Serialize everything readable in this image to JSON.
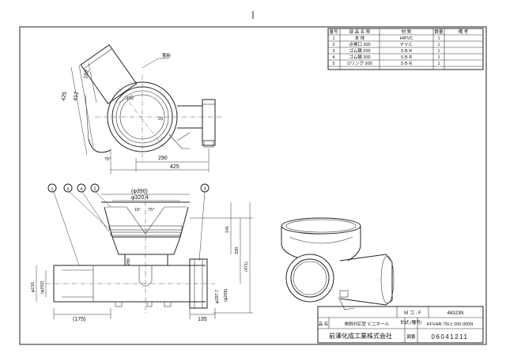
{
  "parts_table": {
    "headers": [
      "番号",
      "部 品 名 称",
      "材 質",
      "数量",
      "備 考"
    ],
    "rows": [
      [
        "1",
        "本 体",
        "HIPVC",
        "1",
        ""
      ],
      [
        "2",
        "点検口 300",
        "P V C",
        "1",
        ""
      ],
      [
        "3",
        "ゴム輪 200",
        "S B R",
        "1",
        ""
      ],
      [
        "4",
        "ゴム輪 300",
        "S B R",
        "1",
        ""
      ],
      [
        "5",
        "Oリング 300",
        "S B R",
        "1",
        ""
      ]
    ]
  },
  "title_block": {
    "code_label": "M コ - F",
    "code_value": "46323N",
    "name_label": "品 名",
    "name_value": "側斜対応型 ビニホール",
    "model_label": "形式 (種号)",
    "model_value": "KFVHR-75L± 200-300N",
    "company": "前澤化成工業株式会社",
    "drawing_no_label": "図番",
    "drawing_no_value": "06041211"
  },
  "top_view": {
    "label_lid": "蓋板",
    "dims": [
      "425",
      "412",
      "162",
      "150",
      "20",
      "290",
      "425",
      "75°"
    ]
  },
  "section_view": {
    "balloons": [
      "1",
      "5",
      "4",
      "2",
      "3"
    ],
    "dims": [
      "(φ390)",
      "φ320.4",
      "15°",
      "75°",
      "141",
      "330",
      "(471)",
      "280",
      "φ216",
      "(φ202)",
      "φ297.7",
      "(φ268)",
      "(175)",
      "135"
    ]
  }
}
